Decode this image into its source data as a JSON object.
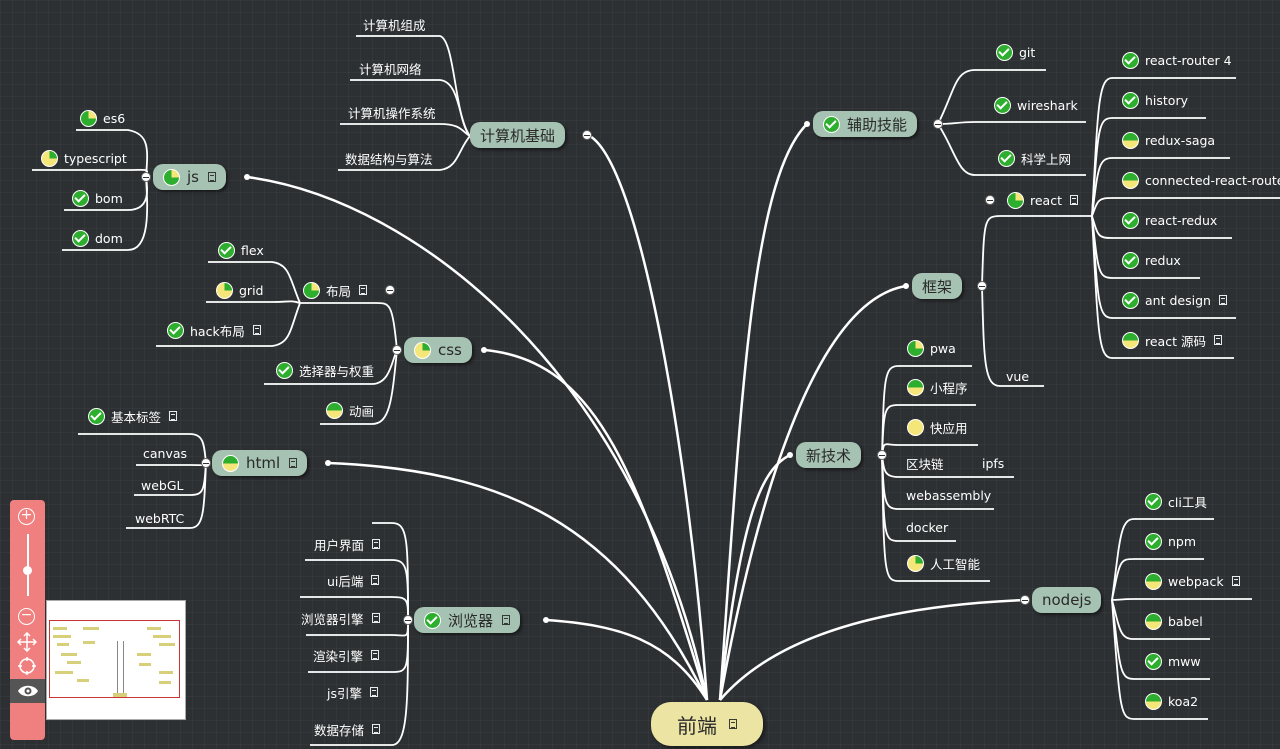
{
  "root": {
    "label": "前端"
  },
  "branches": {
    "computer_basics": {
      "label": "计算机基础",
      "children": [
        "计算机组成",
        "计算机网络",
        "计算机操作系统",
        "数据结构与算法"
      ]
    },
    "js": {
      "label": "js",
      "children": [
        "es6",
        "typescript",
        "bom",
        "dom"
      ]
    },
    "css": {
      "label": "css",
      "children": [
        "布局",
        "选择器与权重",
        "动画"
      ],
      "layout_children": [
        "flex",
        "grid",
        "hack布局"
      ]
    },
    "html": {
      "label": "html",
      "children": [
        "基本标签",
        "canvas",
        "webGL",
        "webRTC"
      ]
    },
    "browser": {
      "label": "浏览器",
      "children": [
        "用户界面",
        "ui后端",
        "浏览器引擎",
        "渲染引擎",
        "js引擎",
        "数据存储"
      ]
    },
    "aux_skills": {
      "label": "辅助技能",
      "children": [
        "git",
        "wireshark",
        "科学上网"
      ]
    },
    "frameworks": {
      "label": "框架",
      "children": [
        "react",
        "vue"
      ],
      "react_children": [
        "react-router 4",
        "history",
        "redux-saga",
        "connected-react-router",
        "react-redux",
        "redux",
        "ant design",
        "react 源码"
      ]
    },
    "new_tech": {
      "label": "新技术",
      "children": [
        "pwa",
        "小程序",
        "快应用",
        "区块链",
        "webassembly",
        "docker",
        "人工智能"
      ],
      "blockchain_children": [
        "ipfs"
      ]
    },
    "nodejs": {
      "label": "nodejs",
      "children": [
        "cli工具",
        "npm",
        "webpack",
        "babel",
        "mww",
        "koa2"
      ]
    }
  },
  "colors": {
    "background": "#2d3033",
    "main_node": "#a6c2b3",
    "root_node": "#ece4a3",
    "done": "#2eae2e",
    "partial": "#f5e67a",
    "zoom_panel": "#f08080"
  },
  "controls": {
    "zoom_in_icon": "plus-icon",
    "zoom_out_icon": "minus-icon",
    "pan_icon": "move-icon",
    "locate_icon": "crosshair-icon",
    "preview_icon": "eye-icon"
  }
}
